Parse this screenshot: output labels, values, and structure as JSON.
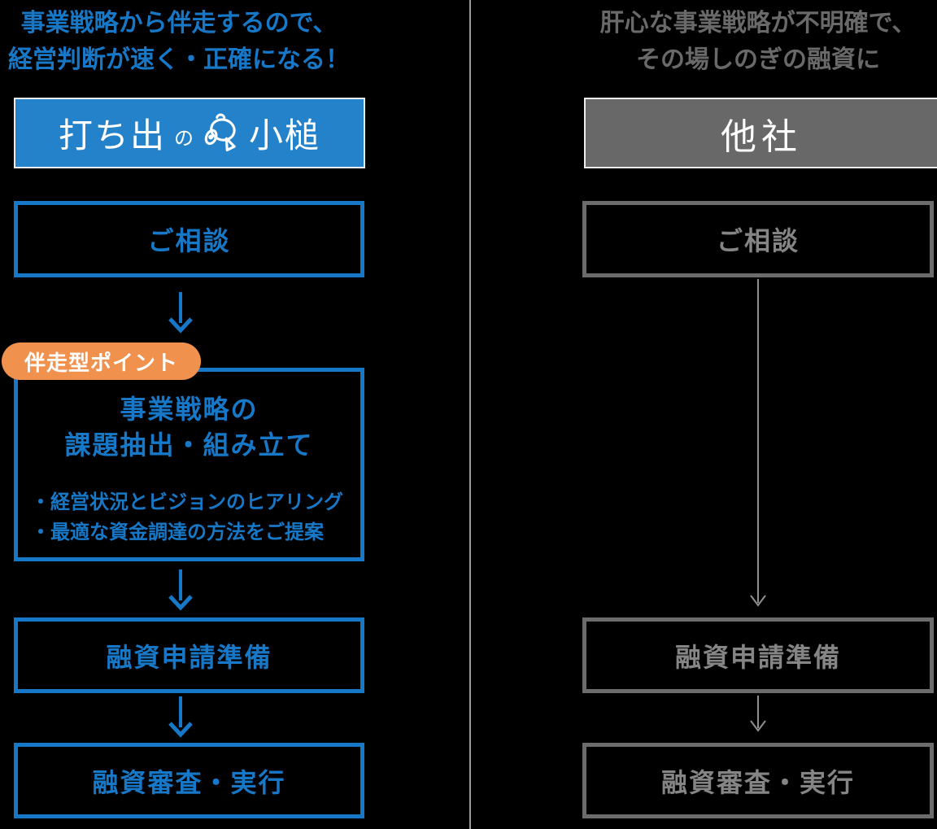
{
  "left": {
    "header_line1": "事業戦略から伴走するので、",
    "header_line2": "経営判断が速く・正確になる！",
    "logo_part1": "打ち出",
    "logo_particle": "の",
    "logo_part2": "小槌",
    "badge": "伴走型ポイント",
    "step1": "ご相談",
    "step2_title_line1": "事業戦略の",
    "step2_title_line2": "課題抽出・組み立て",
    "step2_bullet1": "・経営状況とビジョンのヒアリング",
    "step2_bullet2": "・最適な資金調達の方法をご提案",
    "step3": "融資申請準備",
    "step4": "融資審査・実行"
  },
  "right": {
    "header_line1": "肝心な事業戦略が不明確で、",
    "header_line2": "その場しのぎの融資に",
    "company": "他社",
    "step1": "ご相談",
    "step2": "融資申請準備",
    "step3": "融資審査・実行"
  },
  "colors": {
    "blue": "#1778c8",
    "blue_banner_bg": "#2382c9",
    "orange": "#f0914e",
    "gray_border": "#6c6c6c",
    "gray_text": "#858585",
    "gray_header": "#696969",
    "gray_banner_bg": "#686868",
    "divider": "#9c9c9c",
    "banner_border": "#ededed",
    "white": "#ffffff",
    "page_bg": "#000000"
  }
}
